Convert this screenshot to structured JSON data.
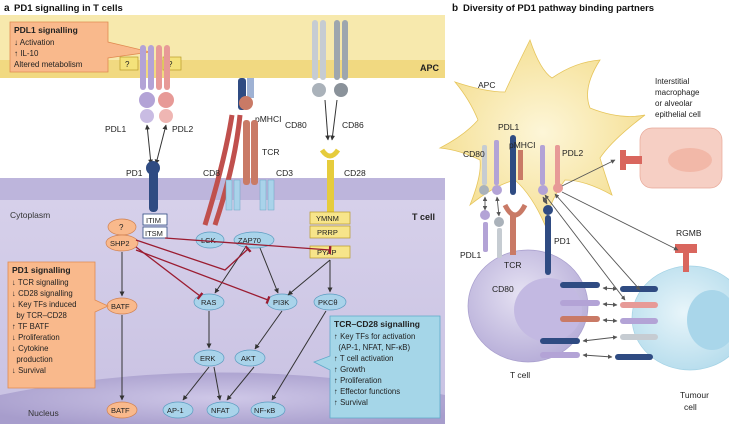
{
  "panel_a": {
    "heading_letter": "a",
    "heading_text": "PD1 signalling in T cells",
    "apc_label": "APC",
    "tcell_label": "T cell",
    "cytoplasm_label": "Cytoplasm",
    "nucleus_label": "Nucleus",
    "callout_pdl1": {
      "title": "PDL1 signalling",
      "lines": [
        "↓ Activation",
        "↑ IL-10",
        "Altered metabolism"
      ]
    },
    "callout_pd1": {
      "title": "PD1 signalling",
      "lines": [
        "↓ TCR signalling",
        "↓ CD28 signalling",
        "↓ Key TFs induced",
        "  by TCR–CD28",
        "↑ TF BATF",
        "↓ Proliferation",
        "↓ Cytokine",
        "  production",
        "↓ Survival"
      ]
    },
    "callout_tcr": {
      "title": "TCR–CD28 signalling",
      "lines": [
        "↑ Key TFs for activation",
        "  (AP-1, NFAT, NF-κB)",
        "↑ T cell activation",
        "↑ Growth",
        "↑ Proliferation",
        "↑ Effector functions",
        "↑ Survival"
      ]
    },
    "labels": {
      "q1": "?",
      "q2": "?",
      "q3": "?",
      "pdl1": "PDL1",
      "pdl2": "PDL2",
      "pd1": "PD1",
      "itim": "ITIM",
      "itsm": "ITSM",
      "shp2": "SHP2",
      "pmhci": "pMHCI",
      "cd8": "CD8",
      "cd3": "CD3",
      "tcr": "TCR",
      "lck": "LCK",
      "zap70": "ZAP70",
      "cd80": "CD80",
      "cd86": "CD86",
      "cd28": "CD28",
      "ymnm": "YMNM",
      "prrp": "PRRP",
      "pyap": "PYAP",
      "ras": "RAS",
      "pi3k": "PI3K",
      "pkc": "PKCθ",
      "erk": "ERK",
      "akt": "AKT",
      "batf": "BATF",
      "batf_n": "BATF",
      "ap1": "AP-1",
      "nfat": "NFAT",
      "nfkb": "NF-κB"
    }
  },
  "panel_b": {
    "heading_letter": "b",
    "heading_text": "Diversity of PD1 pathway binding partners",
    "apc": "APC",
    "macrophage": [
      "Interstitial",
      "macrophage",
      "or alveolar",
      "epithelial cell"
    ],
    "cd80_top": "CD80",
    "pdl1_top": "PDL1",
    "pmhci": "pMHCI",
    "pdl2": "PDL2",
    "pdl1_low": "PDL1",
    "tcr": "TCR",
    "pd1": "PD1",
    "cd80_low": "CD80",
    "tcell": "T cell",
    "rgmb": "RGMB",
    "tumour": [
      "Tumour",
      "cell"
    ]
  },
  "colors": {
    "apc_yellow": "#f7e7a4",
    "tcell_purple": "#c9c3e2",
    "nucleus_lavender": "#b9b1d9",
    "callout_orange": "#f9b98c",
    "callout_blue": "#a5d6e8",
    "node_blue": "#a9d3ea",
    "inhibit_red": "#9b1c31",
    "pd1_navy": "#2f4b82",
    "pdl2_pink": "#e79a97",
    "pdl1_lilac": "#b3a3d6",
    "tumour_blue": "#cbe6f1",
    "macro_pink": "#f6cfc4"
  }
}
